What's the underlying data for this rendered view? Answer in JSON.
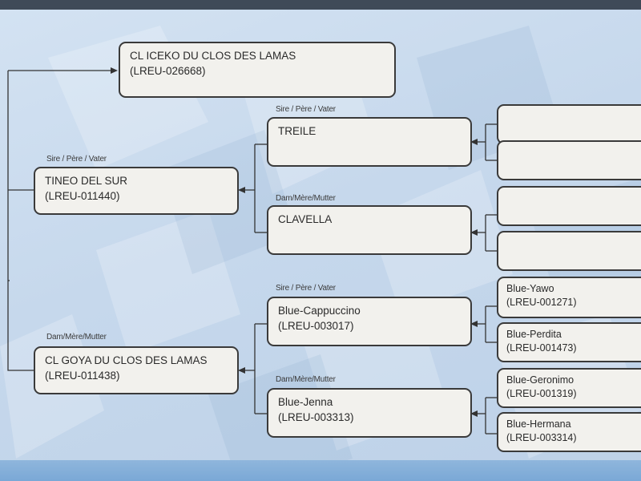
{
  "labels": {
    "sire": "Sire / Père / Vater",
    "dam": "Dam/Mère/Mutter"
  },
  "subject": {
    "name": "CL ICEKO DU CLOS DES LAMAS",
    "reg": "(LREU-026668)"
  },
  "sire": {
    "name": "TINEO DEL SUR",
    "reg": "(LREU-011440)"
  },
  "dam": {
    "name": "CL GOYA DU CLOS DES LAMAS",
    "reg": "(LREU-011438)"
  },
  "sire_sire": {
    "name": "TREILE",
    "reg": ""
  },
  "sire_dam": {
    "name": "CLAVELLA",
    "reg": ""
  },
  "dam_sire": {
    "name": "Blue-Cappuccino",
    "reg": "(LREU-003017)"
  },
  "dam_dam": {
    "name": "Blue-Jenna",
    "reg": "(LREU-003313)"
  },
  "gg": [
    {
      "name": "",
      "reg": ""
    },
    {
      "name": "",
      "reg": ""
    },
    {
      "name": "",
      "reg": ""
    },
    {
      "name": "",
      "reg": ""
    },
    {
      "name": "Blue-Yawo",
      "reg": "(LREU-001271)"
    },
    {
      "name": "Blue-Perdita",
      "reg": "(LREU-001473)"
    },
    {
      "name": "Blue-Geronimo",
      "reg": "(LREU-001319)"
    },
    {
      "name": "Blue-Hermana",
      "reg": "(LREU-003314)"
    }
  ]
}
